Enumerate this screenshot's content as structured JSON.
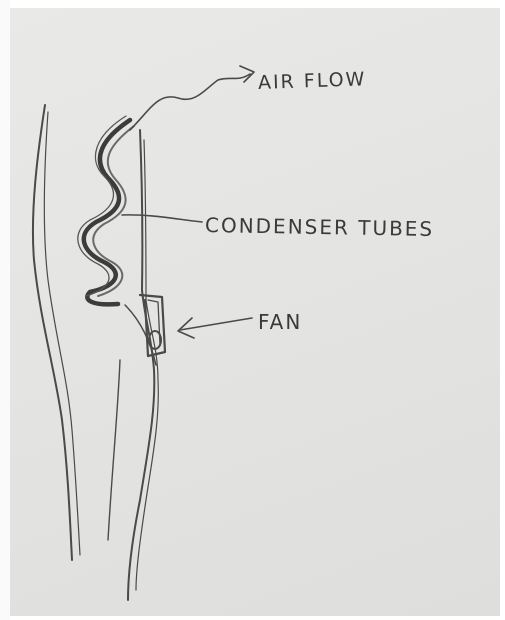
{
  "labels": {
    "air_flow": "AIR FLOW",
    "condenser_tubes": "CONDENSER TUBES",
    "fan": "FAN"
  },
  "colors": {
    "pencil": "#3a3a3a",
    "paper": "#e6e6e4"
  }
}
